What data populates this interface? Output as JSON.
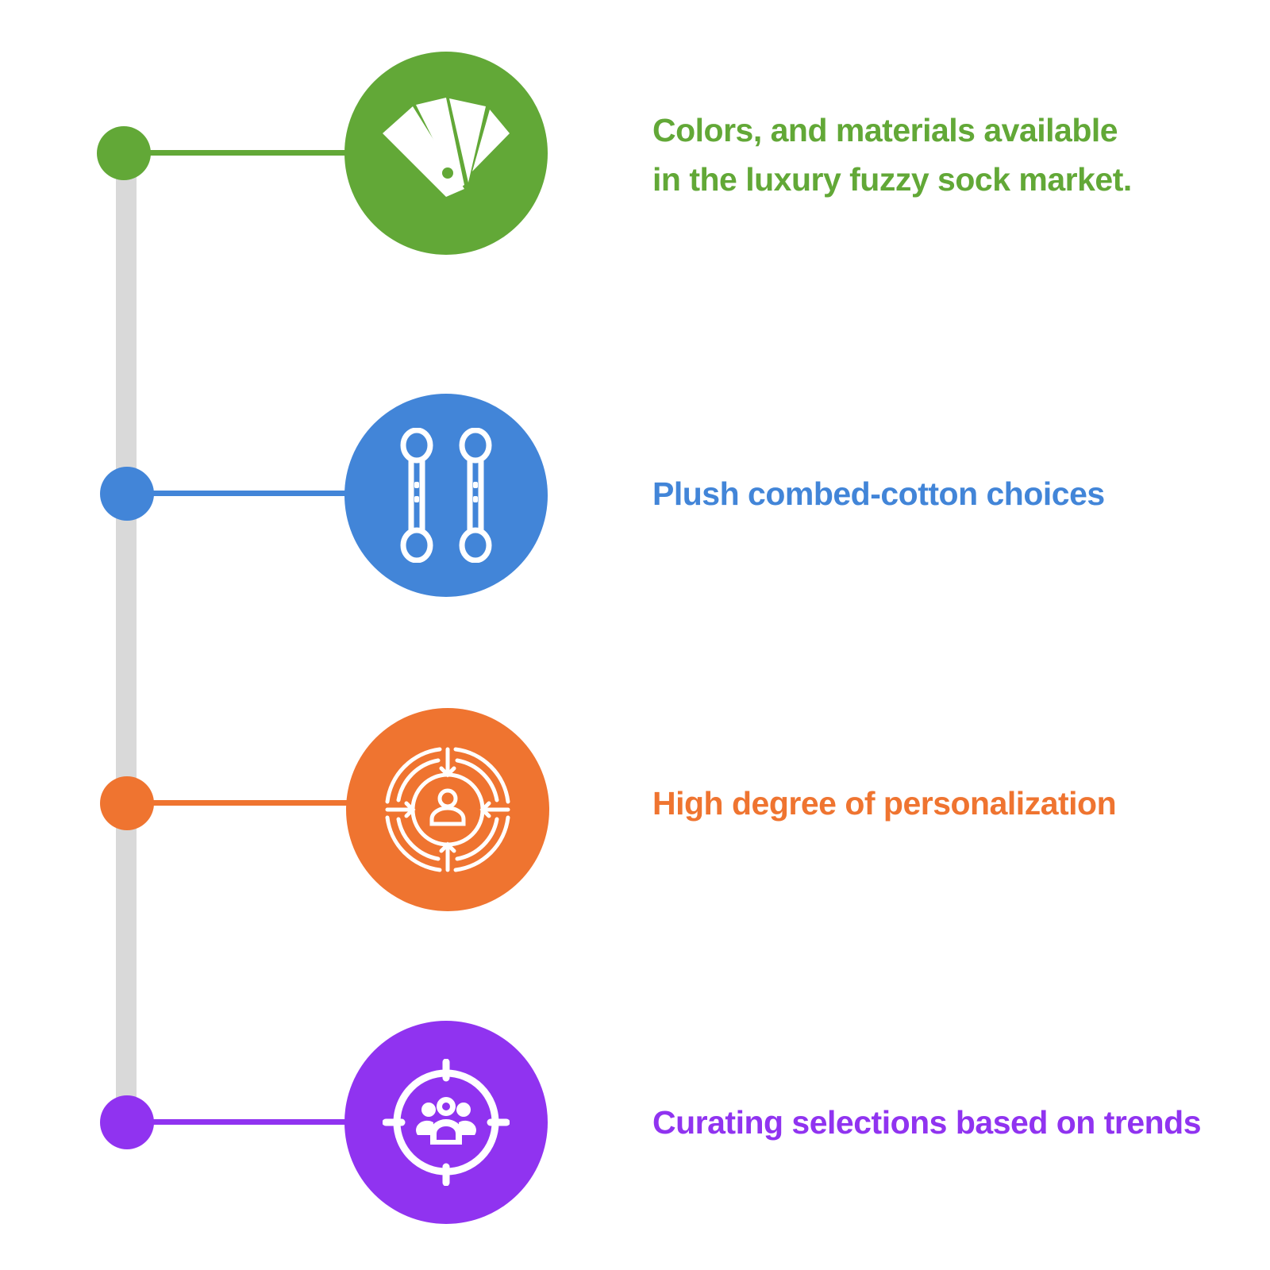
{
  "steps": [
    {
      "text_lines": [
        "Colors, and materials available",
        "in the luxury fuzzy sock market."
      ],
      "color": "#62a837",
      "icon": "color-swatch-icon"
    },
    {
      "text_lines": [
        "Plush combed-cotton choices"
      ],
      "color": "#4285d8",
      "icon": "cotton-swab-icon"
    },
    {
      "text_lines": [
        "High degree of personalization"
      ],
      "color": "#ef7430",
      "icon": "target-person-icon"
    },
    {
      "text_lines": [
        "Curating selections based on trends"
      ],
      "color": "#9033f0",
      "icon": "target-group-icon"
    }
  ],
  "spine_color": "#d9d9d9"
}
